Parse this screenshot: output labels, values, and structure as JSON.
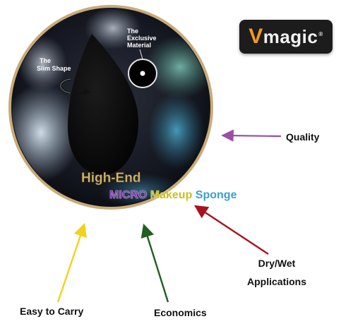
{
  "logo": {
    "v": "V",
    "rest": "magic",
    "reg": "®"
  },
  "disc": {
    "headline": "High-End",
    "subline_parts": [
      {
        "text": "MICRO ",
        "color": "#8a3db8"
      },
      {
        "text": "Makeup ",
        "color": "#d8d020"
      },
      {
        "text": "Sponge",
        "color": "#3a9fd0"
      }
    ],
    "callout_material_line1": "The",
    "callout_material_line2": "Exclusive",
    "callout_material_line3": "Material",
    "callout_shape_line1": "The",
    "callout_shape_line2": "Slim Shape"
  },
  "labels": {
    "quality": "Quality",
    "drywet_line1": "Dry/Wet",
    "drywet_line2": "Applications",
    "carry": "Easy to Carry",
    "economics": "Economics"
  },
  "colors": {
    "quality_arrow": "#9b4ea8",
    "drywet_arrow": "#a8121e",
    "carry_arrow": "#f2d21a",
    "economics_arrow": "#1f5f1f",
    "disc_rim": "#b89a6a",
    "headline": "#d6b86a"
  }
}
